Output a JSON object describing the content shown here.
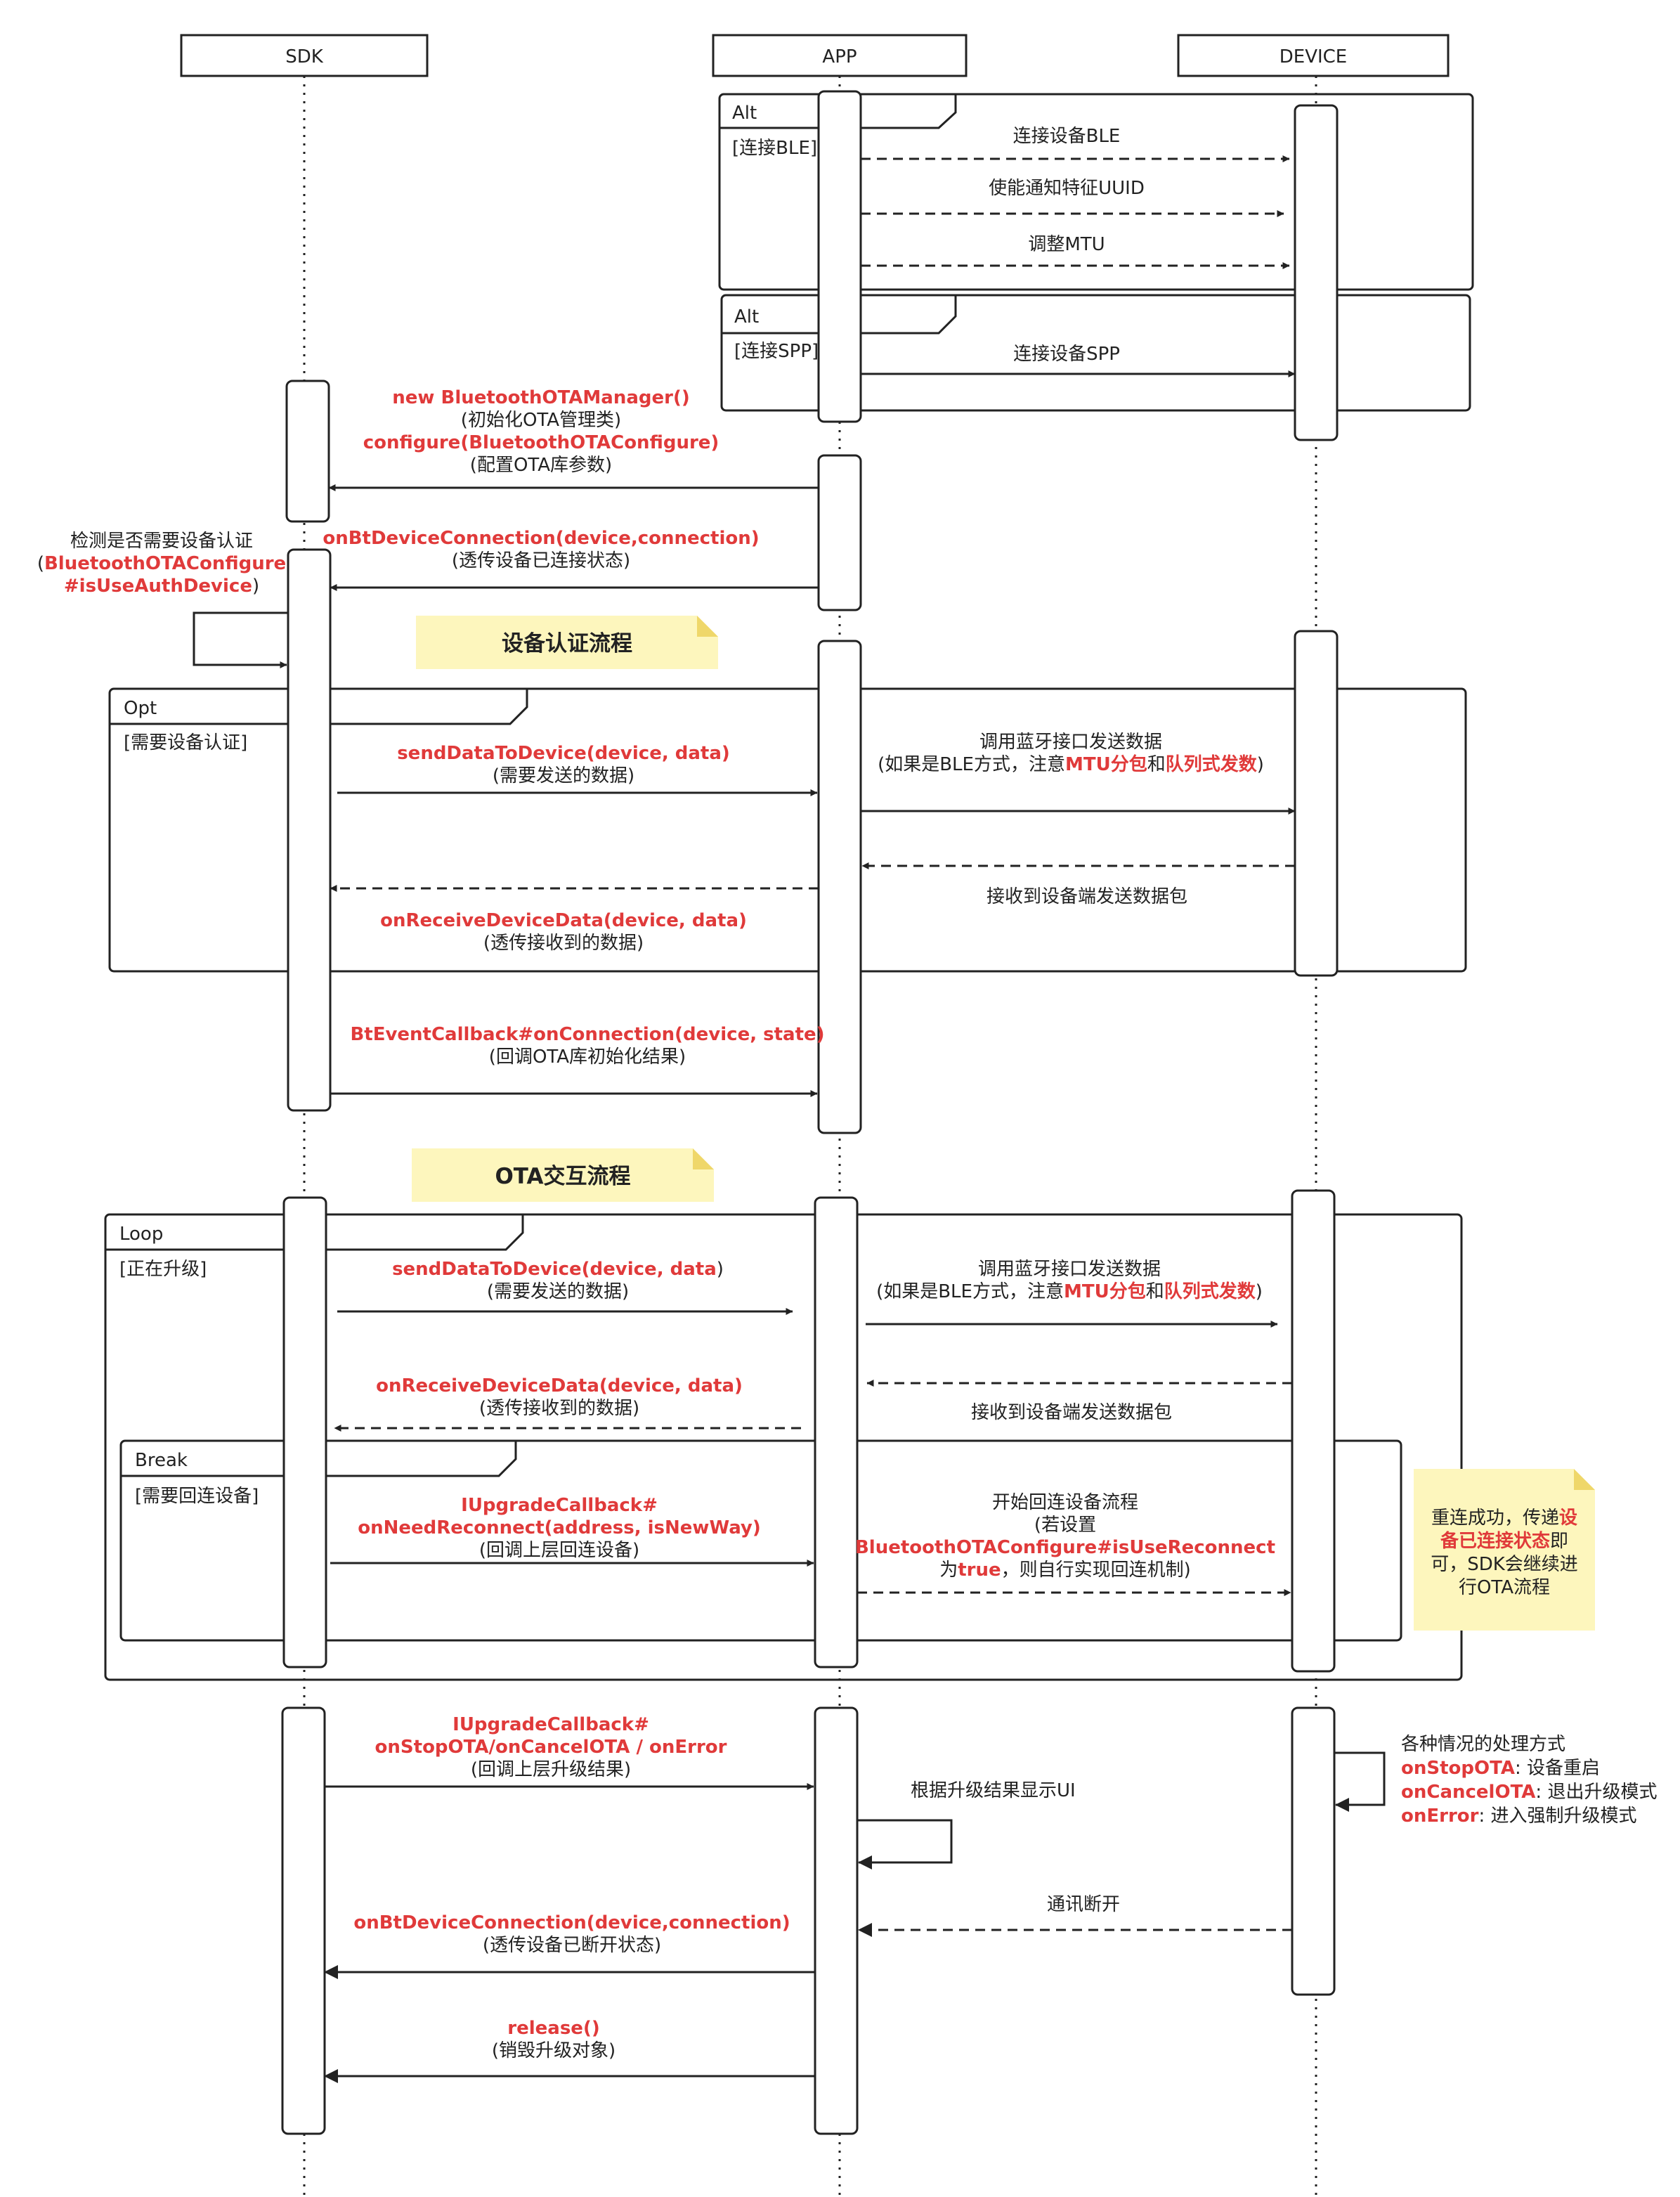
{
  "participants": [
    {
      "id": "sdk",
      "label": "SDK"
    },
    {
      "id": "app",
      "label": "APP"
    },
    {
      "id": "device",
      "label": "DEVICE"
    }
  ],
  "fragments": [
    {
      "id": "alt1",
      "kind": "Alt",
      "guard": "[连接BLE]"
    },
    {
      "id": "alt2",
      "kind": "Alt",
      "guard": "[连接SPP]"
    },
    {
      "id": "opt",
      "kind": "Opt",
      "guard": "[需要设备认证]"
    },
    {
      "id": "loop",
      "kind": "Loop",
      "guard": "[正在升级]"
    },
    {
      "id": "break",
      "kind": "Break",
      "guard": "[需要回连设备]"
    }
  ],
  "notes": [
    {
      "id": "auth",
      "text": "设备认证流程"
    },
    {
      "id": "ota",
      "text": "OTA交互流程"
    }
  ],
  "messages": [
    {
      "id": "m1",
      "lines": [
        [
          {
            "t": "连接设备BLE"
          }
        ]
      ]
    },
    {
      "id": "m2",
      "lines": [
        [
          {
            "t": "使能通知特征UUID"
          }
        ]
      ]
    },
    {
      "id": "m3",
      "lines": [
        [
          {
            "t": "调整MTU"
          }
        ]
      ]
    },
    {
      "id": "m4",
      "lines": [
        [
          {
            "t": "连接设备SPP"
          }
        ]
      ]
    },
    {
      "id": "m5",
      "lines": [
        [
          {
            "t": "new BluetoothOTAManager()",
            "h": true
          }
        ],
        [
          {
            "t": "(初始化OTA管理类)"
          }
        ],
        [
          {
            "t": "configure(BluetoothOTAConfigure)",
            "h": true
          }
        ],
        [
          {
            "t": "(配置OTA库参数)"
          }
        ]
      ]
    },
    {
      "id": "m6",
      "lines": [
        [
          {
            "t": "onBtDeviceConnection(device,connection)",
            "h": true
          }
        ],
        [
          {
            "t": "(透传设备已连接状态)"
          }
        ]
      ]
    },
    {
      "id": "m7",
      "lines": [
        [
          {
            "t": "检测是否需要设备认证"
          }
        ],
        [
          {
            "t": "("
          },
          {
            "t": "BluetoothOTAConfigure",
            "h": true
          }
        ],
        [
          {
            "t": "#isUseAuthDevice",
            "h": true
          },
          {
            "t": ")"
          }
        ]
      ]
    },
    {
      "id": "m8",
      "lines": [
        [
          {
            "t": "sendDataToDevice(device, data)",
            "h": true
          }
        ],
        [
          {
            "t": "(需要发送的数据)"
          }
        ]
      ]
    },
    {
      "id": "m9",
      "lines": [
        [
          {
            "t": "调用蓝牙接口发送数据"
          }
        ],
        [
          {
            "t": "(如果是BLE方式，注意"
          },
          {
            "t": "MTU分包",
            "h": true
          },
          {
            "t": "和"
          },
          {
            "t": "队列式发数",
            "h": true
          },
          {
            "t": ")"
          }
        ]
      ]
    },
    {
      "id": "m10",
      "lines": [
        [
          {
            "t": "接收到设备端发送数据包"
          }
        ]
      ]
    },
    {
      "id": "m11",
      "lines": [
        [
          {
            "t": "onReceiveDeviceData(device, data)",
            "h": true
          }
        ],
        [
          {
            "t": "(透传接收到的数据)"
          }
        ]
      ]
    },
    {
      "id": "m12",
      "lines": [
        [
          {
            "t": "BtEventCallback#onConnection(device, state)",
            "h": true
          }
        ],
        [
          {
            "t": "(回调OTA库初始化结果)"
          }
        ]
      ]
    },
    {
      "id": "m13",
      "lines": [
        [
          {
            "t": "sendDataToDevice(device, data",
            "h": true
          },
          {
            "t": ")"
          }
        ],
        [
          {
            "t": "(需要发送的数据)"
          }
        ]
      ]
    },
    {
      "id": "m14",
      "lines": [
        [
          {
            "t": "调用蓝牙接口发送数据"
          }
        ],
        [
          {
            "t": "(如果是BLE方式，注意"
          },
          {
            "t": "MTU分包",
            "h": true
          },
          {
            "t": "和"
          },
          {
            "t": "队列式发数",
            "h": true
          },
          {
            "t": ")"
          }
        ]
      ]
    },
    {
      "id": "m15",
      "lines": [
        [
          {
            "t": "onReceiveDeviceData(device, data)",
            "h": true
          }
        ],
        [
          {
            "t": "(透传接收到的数据)"
          }
        ]
      ]
    },
    {
      "id": "m16",
      "lines": [
        [
          {
            "t": "接收到设备端发送数据包"
          }
        ]
      ]
    },
    {
      "id": "m17",
      "lines": [
        [
          {
            "t": "IUpgradeCallback#",
            "h": true
          }
        ],
        [
          {
            "t": "onNeedReconnect(address, isNewWay)",
            "h": true
          }
        ],
        [
          {
            "t": "(回调上层回连设备)"
          }
        ]
      ]
    },
    {
      "id": "m18",
      "lines": [
        [
          {
            "t": "开始回连设备流程"
          }
        ],
        [
          {
            "t": "(若设置"
          }
        ],
        [
          {
            "t": "BluetoothOTAConfigure#isUseReconnect",
            "h": true
          }
        ],
        [
          {
            "t": "为"
          },
          {
            "t": "true",
            "h": true
          },
          {
            "t": "，则自行实现回连机制)"
          }
        ]
      ]
    },
    {
      "id": "m19",
      "lines": [
        [
          {
            "t": "重连成功，传递"
          },
          {
            "t": "设",
            "h": true
          }
        ],
        [
          {
            "t": "备已连接状态",
            "h": true
          },
          {
            "t": "即"
          }
        ],
        [
          {
            "t": "可，SDK会继续进"
          }
        ],
        [
          {
            "t": "行OTA流程"
          }
        ]
      ]
    },
    {
      "id": "m20",
      "lines": [
        [
          {
            "t": "IUpgradeCallback#",
            "h": true
          }
        ],
        [
          {
            "t": "onStopOTA/onCancelOTA / onError",
            "h": true
          }
        ],
        [
          {
            "t": "(回调上层升级结果)"
          }
        ]
      ]
    },
    {
      "id": "m21",
      "lines": [
        [
          {
            "t": "根据升级结果显示UI"
          }
        ]
      ]
    },
    {
      "id": "m22",
      "lines": [
        [
          {
            "t": "各种情况的处理方式"
          }
        ],
        [
          {
            "t": "onStopOTA",
            "h": true
          },
          {
            "t": ": 设备重启"
          }
        ],
        [
          {
            "t": "onCancelOTA",
            "h": true
          },
          {
            "t": ": 退出升级模式"
          }
        ],
        [
          {
            "t": "onError",
            "h": true
          },
          {
            "t": ": 进入强制升级模式"
          }
        ]
      ]
    },
    {
      "id": "m23",
      "lines": [
        [
          {
            "t": "通讯断开"
          }
        ]
      ]
    },
    {
      "id": "m24",
      "lines": [
        [
          {
            "t": "onBtDeviceConnection(device,connection)",
            "h": true
          }
        ],
        [
          {
            "t": "(透传设备已断开状态)"
          }
        ]
      ]
    },
    {
      "id": "m25",
      "lines": [
        [
          {
            "t": "release()",
            "h": true
          }
        ],
        [
          {
            "t": "(销毁升级对象)"
          }
        ]
      ]
    }
  ]
}
